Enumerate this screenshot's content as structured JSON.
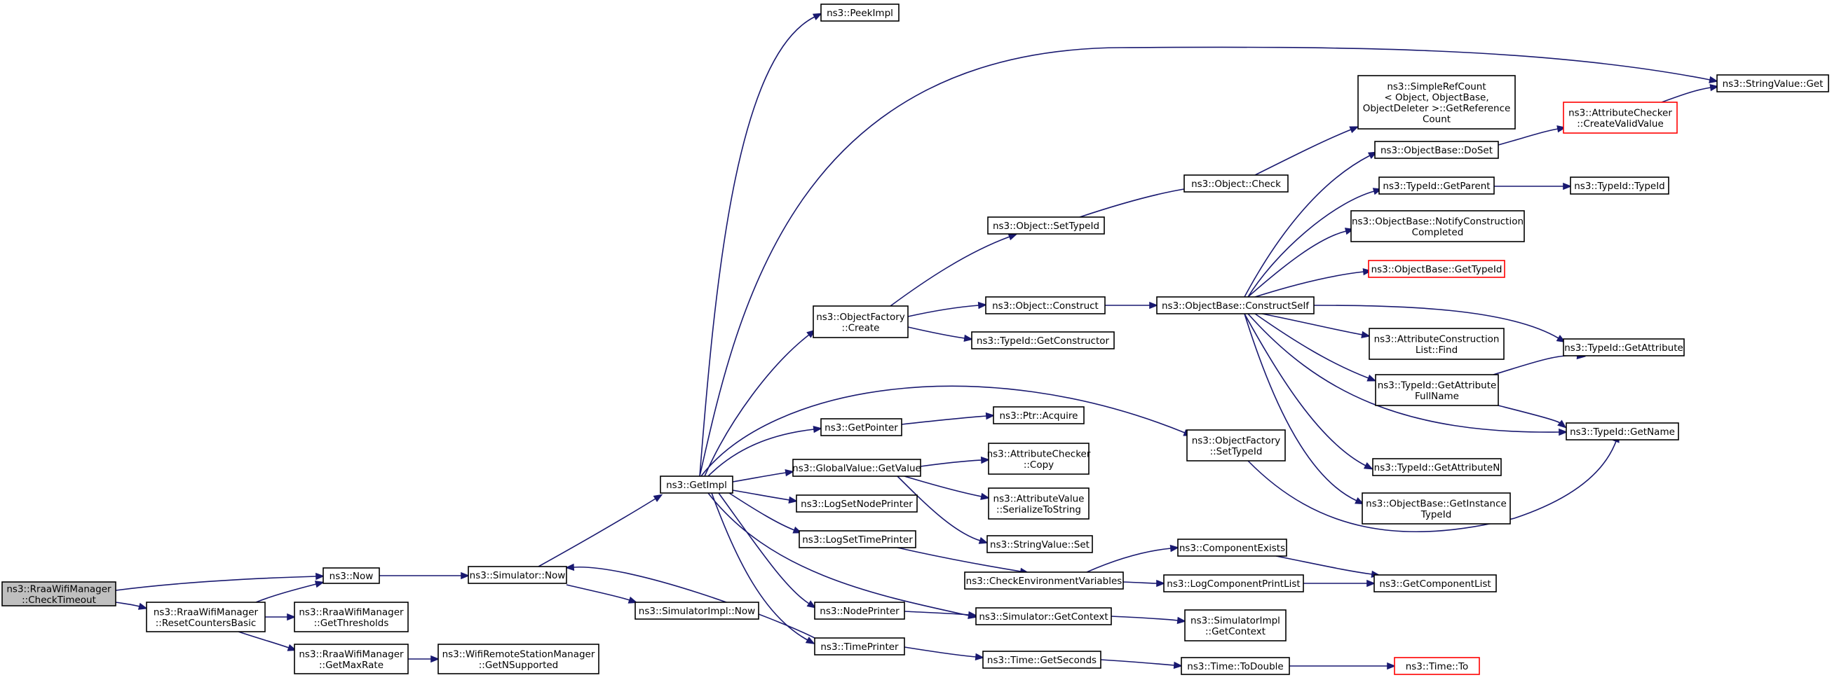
{
  "colors": {
    "edge": "#191970",
    "node_border": "#000000",
    "truncated_border": "#ff0000",
    "root_fill": "#bfbfbf",
    "background": "#ffffff"
  },
  "nodes": {
    "check_timeout": {
      "lines": [
        "ns3::RraaWifiManager",
        "::CheckTimeout"
      ],
      "kind": "root"
    },
    "now": {
      "lines": [
        "ns3::Now"
      ]
    },
    "reset_counters_basic": {
      "lines": [
        "ns3::RraaWifiManager",
        "::ResetCountersBasic"
      ]
    },
    "get_thresholds": {
      "lines": [
        "ns3::RraaWifiManager",
        "::GetThresholds"
      ]
    },
    "get_max_rate": {
      "lines": [
        "ns3::RraaWifiManager",
        "::GetMaxRate"
      ]
    },
    "get_n_supported": {
      "lines": [
        "ns3::WifiRemoteStationManager",
        "::GetNSupported"
      ]
    },
    "simulator_now": {
      "lines": [
        "ns3::Simulator::Now"
      ]
    },
    "simulator_impl_now": {
      "lines": [
        "ns3::SimulatorImpl::Now"
      ]
    },
    "get_impl": {
      "lines": [
        "ns3::GetImpl"
      ]
    },
    "peek_impl": {
      "lines": [
        "ns3::PeekImpl"
      ]
    },
    "object_factory_create": {
      "lines": [
        "ns3::ObjectFactory",
        "::Create"
      ]
    },
    "get_pointer": {
      "lines": [
        "ns3::GetPointer"
      ]
    },
    "global_value_get_value": {
      "lines": [
        "ns3::GlobalValue::GetValue"
      ]
    },
    "log_set_node_printer": {
      "lines": [
        "ns3::LogSetNodePrinter"
      ]
    },
    "log_set_time_printer": {
      "lines": [
        "ns3::LogSetTimePrinter"
      ]
    },
    "node_printer": {
      "lines": [
        "ns3::NodePrinter"
      ]
    },
    "time_printer": {
      "lines": [
        "ns3::TimePrinter"
      ]
    },
    "object_set_type_id": {
      "lines": [
        "ns3::Object::SetTypeId"
      ]
    },
    "object_construct": {
      "lines": [
        "ns3::Object::Construct"
      ]
    },
    "type_id_get_constructor": {
      "lines": [
        "ns3::TypeId::GetConstructor"
      ]
    },
    "ptr_acquire": {
      "lines": [
        "ns3::Ptr::Acquire"
      ]
    },
    "attribute_checker_copy": {
      "lines": [
        "ns3::AttributeChecker",
        "::Copy"
      ]
    },
    "attribute_value_serialize": {
      "lines": [
        "ns3::AttributeValue",
        "::SerializeToString"
      ]
    },
    "string_value_set": {
      "lines": [
        "ns3::StringValue::Set"
      ]
    },
    "check_environment_variables": {
      "lines": [
        "ns3::CheckEnvironmentVariables"
      ]
    },
    "simulator_get_context": {
      "lines": [
        "ns3::Simulator::GetContext"
      ]
    },
    "time_get_seconds": {
      "lines": [
        "ns3::Time::GetSeconds"
      ]
    },
    "object_check": {
      "lines": [
        "ns3::Object::Check"
      ]
    },
    "object_base_construct_self": {
      "lines": [
        "ns3::ObjectBase::ConstructSelf"
      ]
    },
    "object_factory_set_type_id": {
      "lines": [
        "ns3::ObjectFactory",
        "::SetTypeId"
      ]
    },
    "component_exists": {
      "lines": [
        "ns3::ComponentExists"
      ]
    },
    "log_component_print_list": {
      "lines": [
        "ns3::LogComponentPrintList"
      ]
    },
    "simulator_impl_get_context": {
      "lines": [
        "ns3::SimulatorImpl",
        "::GetContext"
      ]
    },
    "time_to_double": {
      "lines": [
        "ns3::Time::ToDouble"
      ]
    },
    "simple_ref_count": {
      "lines": [
        "ns3::SimpleRefCount",
        "< Object, ObjectBase,",
        " ObjectDeleter >::GetReference",
        "Count"
      ]
    },
    "object_base_do_set": {
      "lines": [
        "ns3::ObjectBase::DoSet"
      ]
    },
    "type_id_get_parent": {
      "lines": [
        "ns3::TypeId::GetParent"
      ]
    },
    "object_base_notify_construction": {
      "lines": [
        "ns3::ObjectBase::NotifyConstruction",
        "Completed"
      ]
    },
    "object_base_get_type_id": {
      "lines": [
        "ns3::ObjectBase::GetTypeId"
      ],
      "kind": "truncated"
    },
    "attribute_construction_list_find": {
      "lines": [
        "ns3::AttributeConstruction",
        "List::Find"
      ]
    },
    "type_id_get_attribute_full_name": {
      "lines": [
        "ns3::TypeId::GetAttribute",
        "FullName"
      ]
    },
    "type_id_get_attribute_n": {
      "lines": [
        "ns3::TypeId::GetAttributeN"
      ]
    },
    "object_base_get_instance_type_id": {
      "lines": [
        "ns3::ObjectBase::GetInstance",
        "TypeId"
      ]
    },
    "get_component_list": {
      "lines": [
        "ns3::GetComponentList"
      ]
    },
    "time_to": {
      "lines": [
        "ns3::Time::To"
      ],
      "kind": "truncated"
    },
    "attribute_checker_create_valid_value": {
      "lines": [
        "ns3::AttributeChecker",
        "::CreateValidValue"
      ],
      "kind": "truncated"
    },
    "type_id_type_id": {
      "lines": [
        "ns3::TypeId::TypeId"
      ]
    },
    "string_value_get": {
      "lines": [
        "ns3::StringValue::Get"
      ]
    },
    "type_id_get_attribute": {
      "lines": [
        "ns3::TypeId::GetAttribute"
      ]
    },
    "type_id_get_name": {
      "lines": [
        "ns3::TypeId::GetName"
      ]
    }
  }
}
